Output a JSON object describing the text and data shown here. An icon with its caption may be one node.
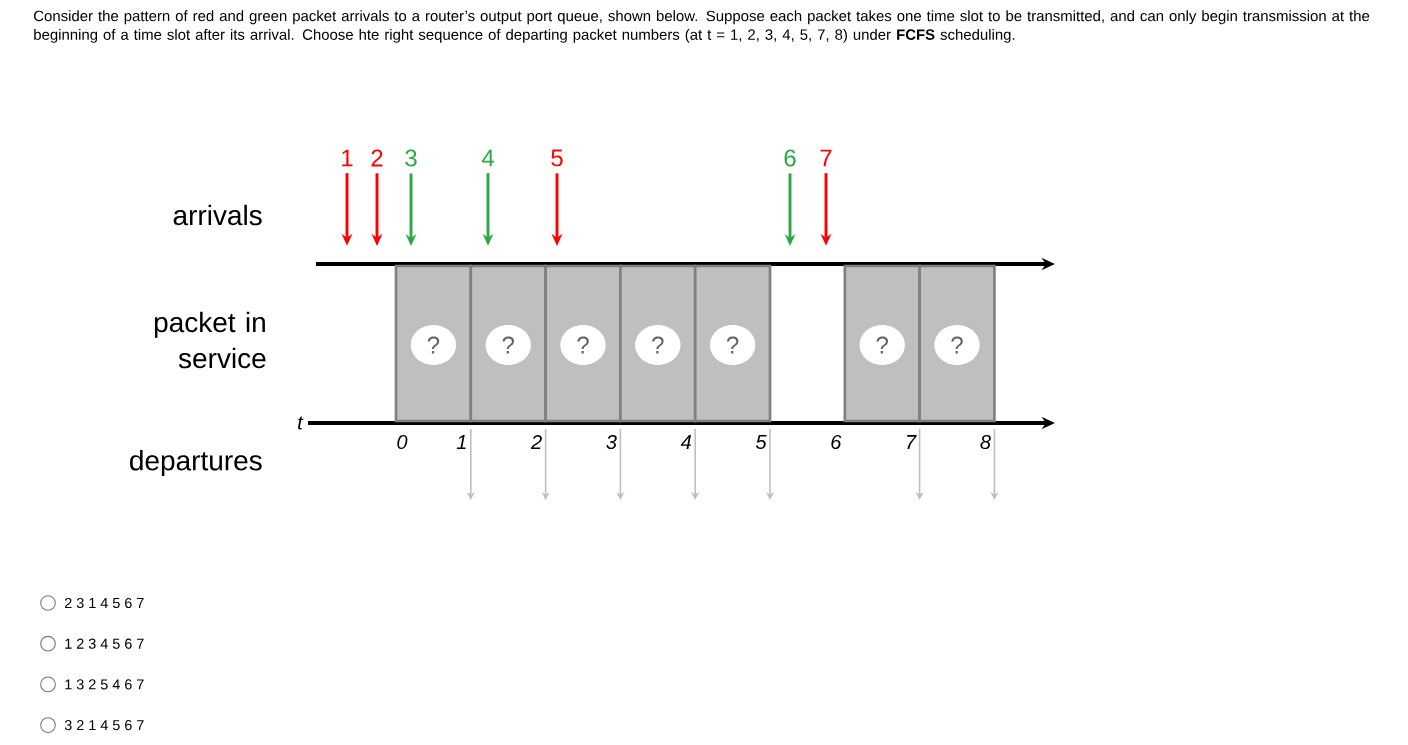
{
  "diagram": {
    "title": "Consider the pattern of red and green packet arrivals to a router’s output port queue, shown below. Suppose each packet takes one time slot to be transmitted, and can only begin transmission at the beginning of a time slot after its arrival.  Choose hte right sequence of departing packet numbers (at t = 1, 2, 3, 4, 5, 7, 8) under **FCFS** scheduling.",
    "nodes": [
      {
        "text": [
          "1"
        ]
      },
      {
        "text": [
          "2"
        ]
      },
      {
        "text": [
          "3"
        ]
      },
      {
        "text": [
          "4"
        ]
      },
      {
        "text": [
          "5"
        ]
      },
      {
        "text": [
          "6"
        ]
      },
      {
        "text": [
          "7"
        ]
      },
      {
        "text": [
          "?"
        ]
      },
      {
        "text": [
          "?"
        ]
      },
      {
        "text": [
          "?"
        ]
      },
      {
        "text": [
          "?"
        ]
      },
      {
        "text": [
          "?"
        ]
      },
      {
        "text": [
          "?"
        ]
      },
      {
        "text": [
          "?"
        ]
      }
    ],
    "edges": [
      {
        "from": 0,
        "to": null,
        "arrow": "to",
        "color": "#ff0000"
      },
      {
        "from": 1,
        "to": null,
        "arrow": "to",
        "color": "#ff0000"
      },
      {
        "from": 2,
        "to": null,
        "arrow": "to",
        "color": "#2ca847"
      },
      {
        "from": 3,
        "to": null,
        "arrow": "to",
        "color": "#2ca847"
      },
      {
        "from": 4,
        "to": null,
        "arrow": "to",
        "color": "#ff0000"
      },
      {
        "from": 5,
        "to": null,
        "arrow": "to",
        "color": "#2ca847"
      },
      {
        "from": 6,
        "to": null,
        "arrow": "to",
        "color": "#ff0000"
      }
    ],
    "labels": [
      "arrivals",
      "packet in service",
      "departures",
      "t",
      "0",
      "1",
      "2",
      "3",
      "4",
      "5",
      "6",
      "7",
      "8",
      "2 3 1 4 5 6 7",
      "1 2 3 4 5 6 7",
      "1 3 2 5 4 6 7",
      "3 2 1 4 5 6 7"
    ]
  }
}
